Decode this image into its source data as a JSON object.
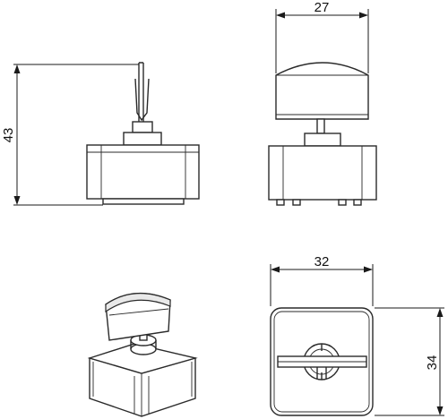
{
  "drawing": {
    "views": [
      "front-view",
      "side-view",
      "isometric-view",
      "top-view"
    ],
    "dimensions": {
      "height_front": "43",
      "width_side": "27",
      "width_top": "32",
      "depth_top": "34"
    }
  }
}
